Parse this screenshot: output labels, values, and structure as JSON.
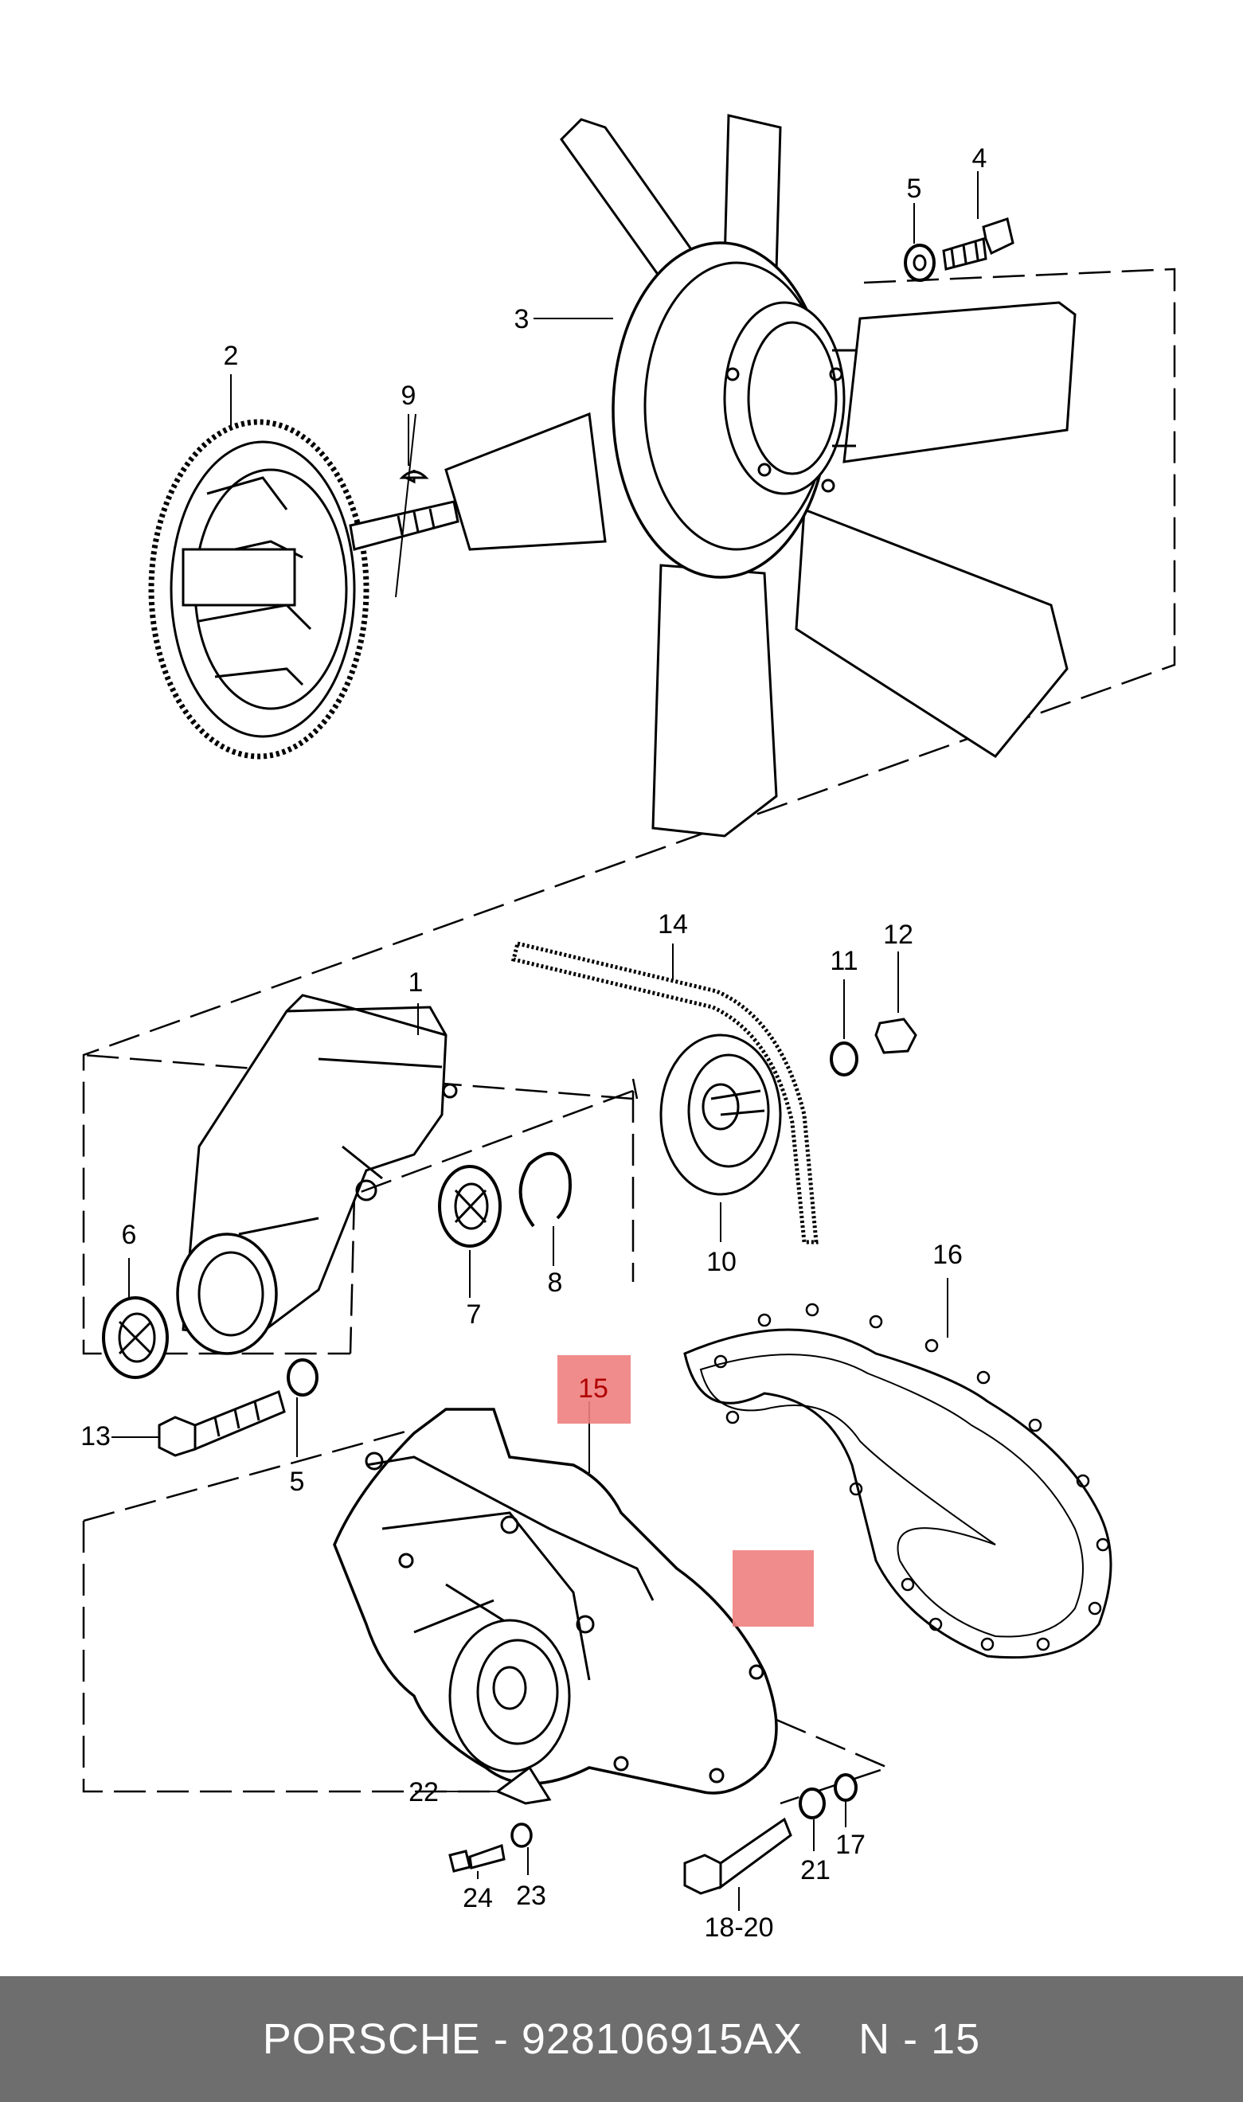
{
  "diagram": {
    "callouts": {
      "p1": "1",
      "p2": "2",
      "p3": "3",
      "p4": "4",
      "p5a": "5",
      "p5b": "5",
      "p6": "6",
      "p7": "7",
      "p8": "8",
      "p9": "9",
      "p10": "10",
      "p11": "11",
      "p12": "12",
      "p13": "13",
      "p14": "14",
      "p15": "15",
      "p16": "16",
      "p17": "17",
      "p18_20": "18-20",
      "p21": "21",
      "p22": "22",
      "p23": "23",
      "p24": "24"
    },
    "highlight_color": "#f08080",
    "line_color": "#000000"
  },
  "footer": {
    "brand_part": "PORSCHE - 928106915AX",
    "page_ref": "N - 15",
    "background": "#6e6e6e"
  }
}
